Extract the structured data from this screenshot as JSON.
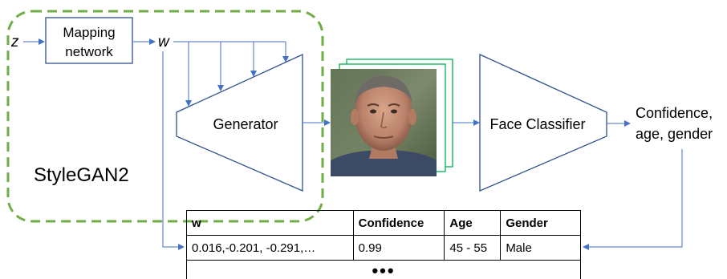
{
  "diagram": {
    "input_var": "z",
    "mapping_label_line1": "Mapping",
    "mapping_label_line2": "network",
    "latent_var": "w",
    "generator_label": "Generator",
    "stylegan_label": "StyleGAN2",
    "classifier_label": "Face Classifier",
    "output_line1": "Confidence,",
    "output_line2": "age, gender",
    "colors": {
      "arrow": "#4472c4",
      "box_stroke": "#2f4f8f",
      "dashed_group": "#70ad47",
      "stacked_frames": "#00b050"
    }
  },
  "table": {
    "headers": [
      "w",
      "Confidence",
      "Age",
      "Gender"
    ],
    "rows": [
      [
        "0.016,-0.201, -0.291,…",
        "0.99",
        "45 - 55",
        "Male"
      ]
    ],
    "ellipsis": "•••"
  }
}
